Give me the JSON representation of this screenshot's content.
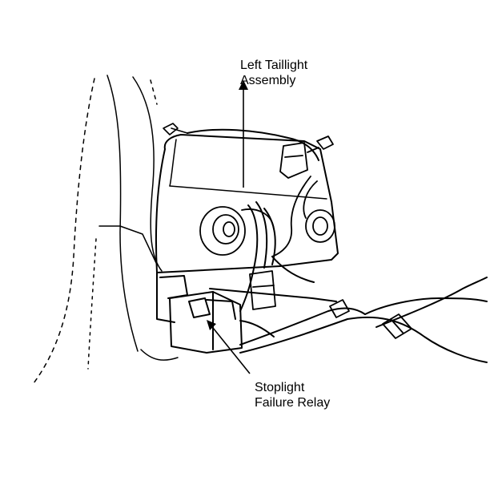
{
  "labels": {
    "taillight": [
      "Left Taillight",
      "Assembly"
    ],
    "relay": [
      "Stoplight",
      "Failure Relay"
    ]
  },
  "colors": {
    "ink": "#000000",
    "paper": "#ffffff"
  }
}
